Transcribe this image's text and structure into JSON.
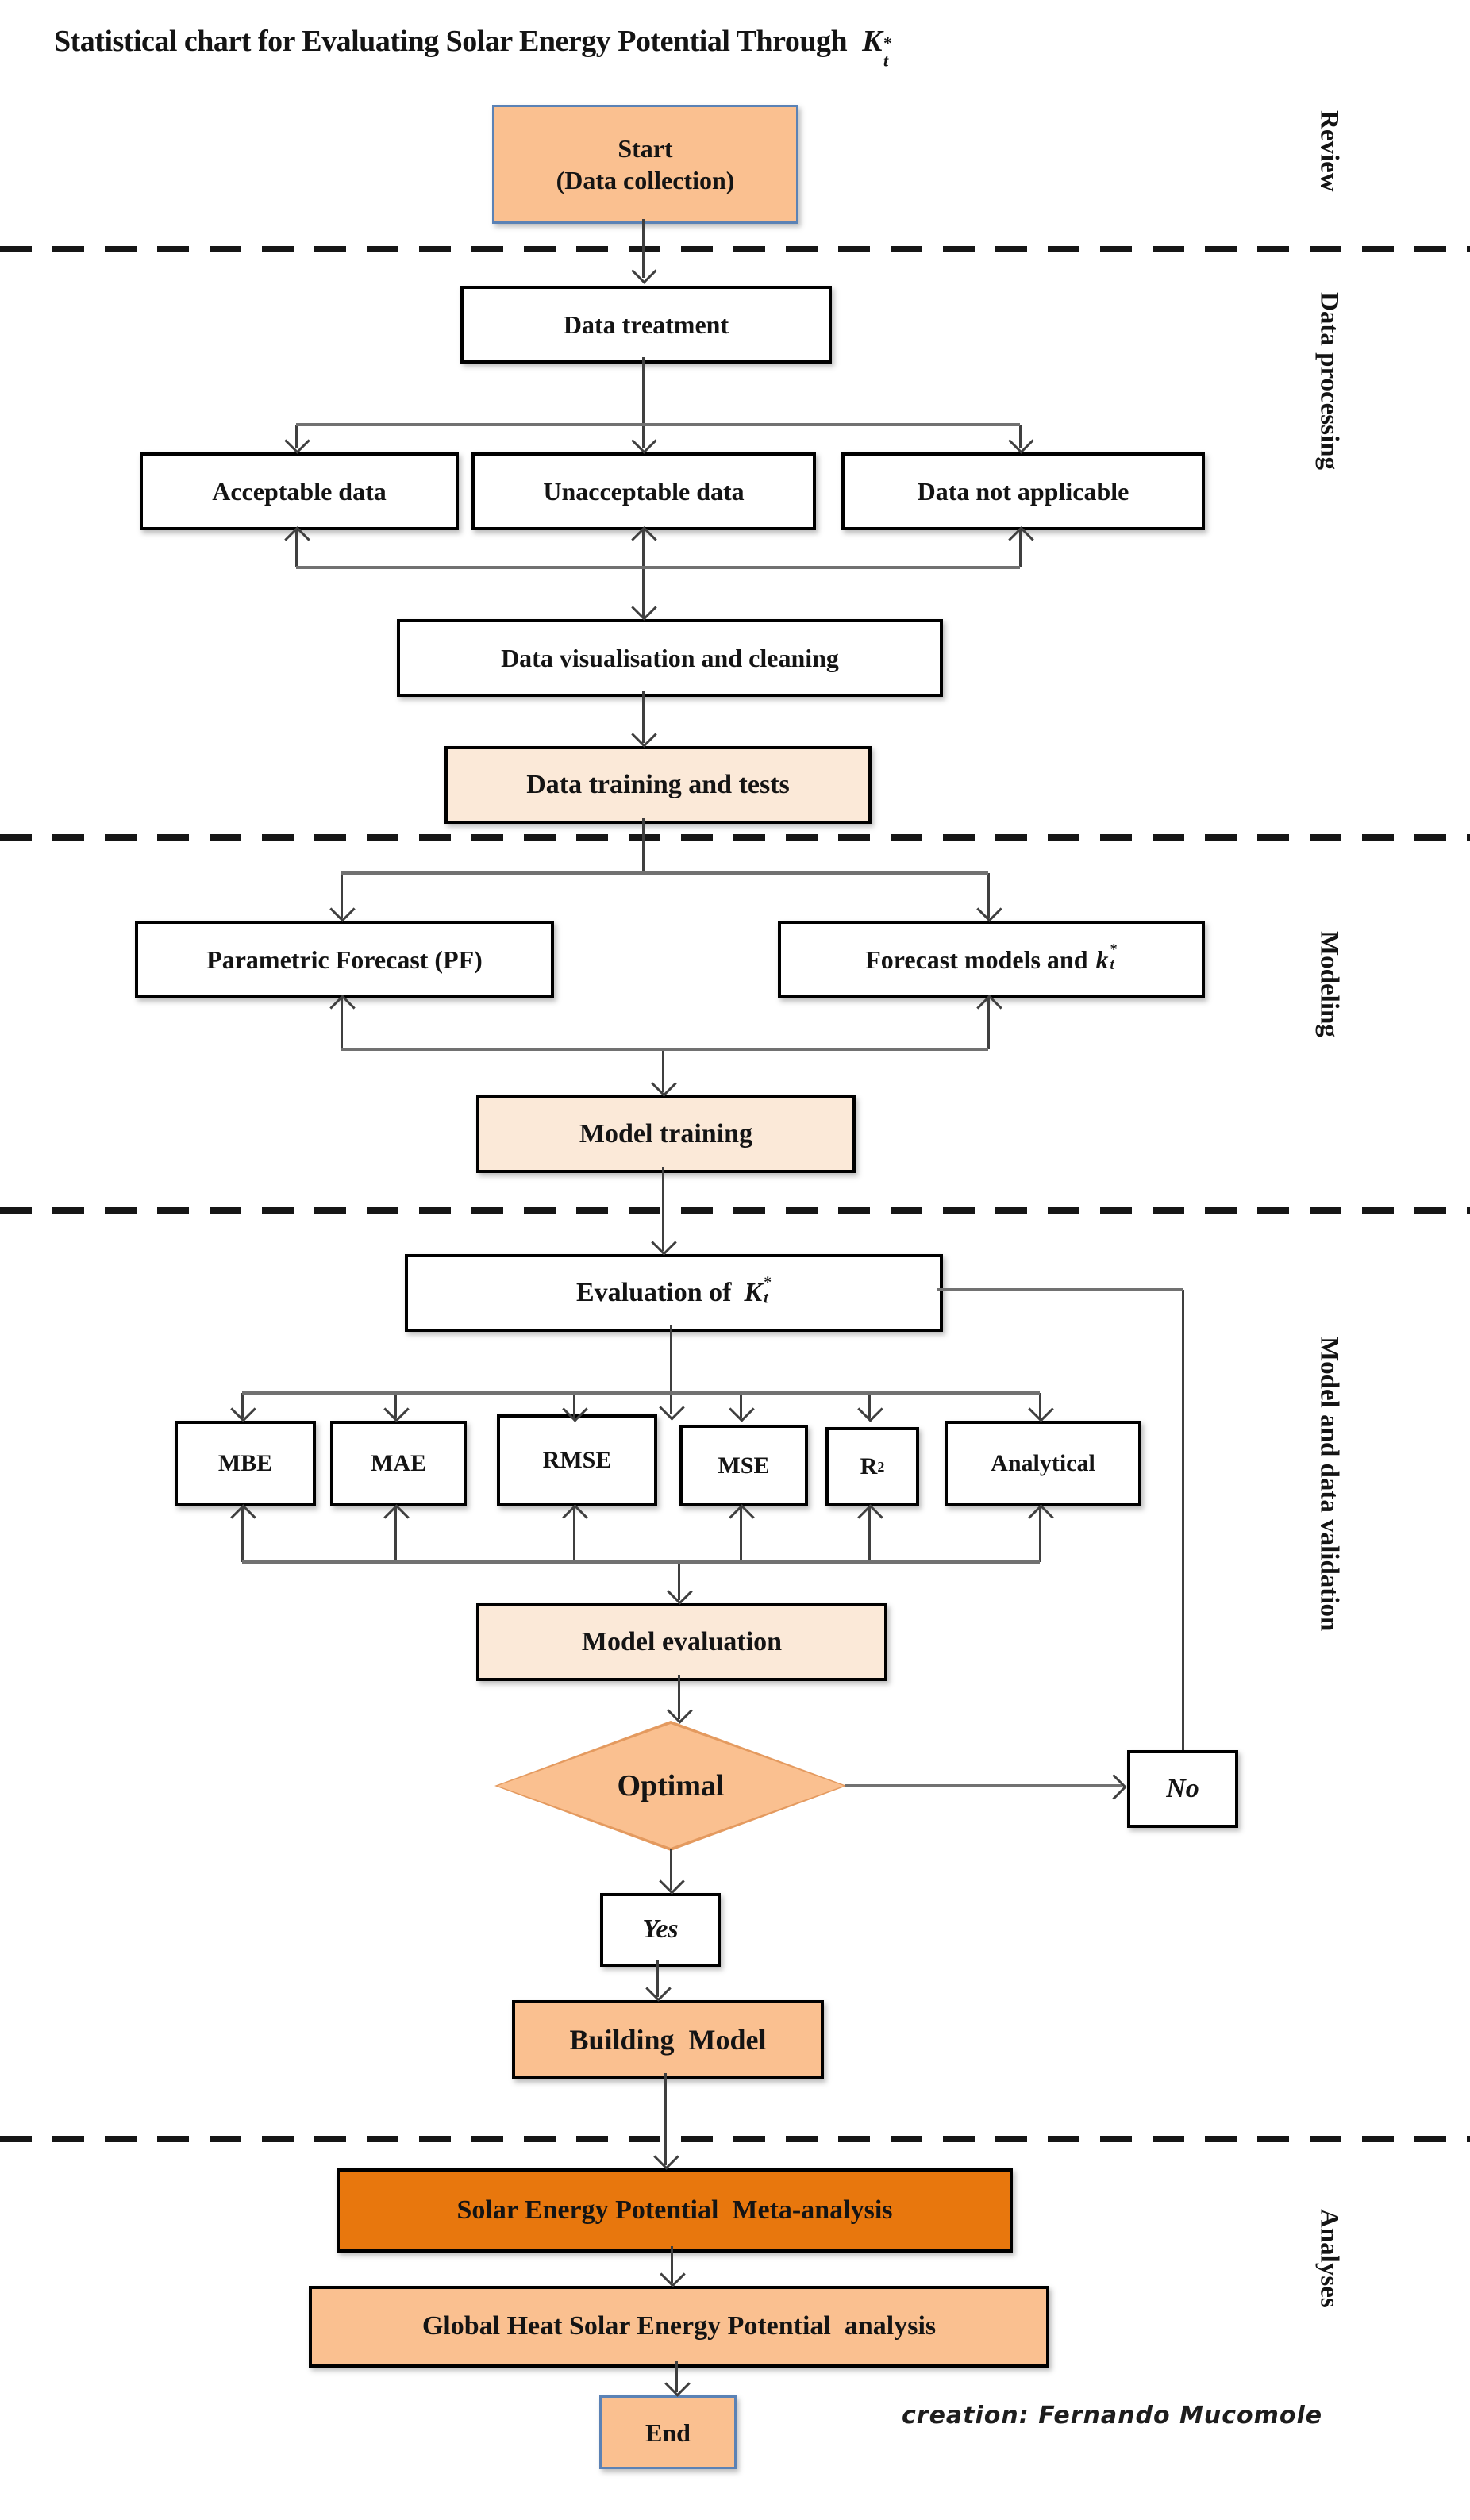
{
  "title": {
    "text": "Statistical chart for Evaluating Solar Energy Potential Through",
    "math": {
      "base": "K",
      "sup": "*",
      "sub": "t"
    }
  },
  "sections": [
    {
      "label": "Review"
    },
    {
      "label": "Data processing"
    },
    {
      "label": "Modeling"
    },
    {
      "label": "Model and data validation"
    },
    {
      "label": "Analyses"
    }
  ],
  "nodes": {
    "start": {
      "line1": "Start",
      "line2": "(Data collection)"
    },
    "data_treatment": "Data treatment",
    "acceptable": "Acceptable data",
    "unacceptable": "Unacceptable data",
    "not_applicable": "Data not applicable",
    "visualisation": "Data visualisation and cleaning",
    "training_tests": "Data training and tests",
    "parametric": "Parametric Forecast (PF)",
    "forecast_models": {
      "text": "Forecast models and",
      "math": {
        "base": "k",
        "sup": "*",
        "sub": "t"
      }
    },
    "model_training": "Model training",
    "evaluation": {
      "text": "Evaluation of",
      "math": {
        "base": "K",
        "sup": "*",
        "sub": "t"
      }
    },
    "metrics": [
      {
        "label": "MBE"
      },
      {
        "label": "MAE"
      },
      {
        "label": "RMSE"
      },
      {
        "label": "MSE"
      },
      {
        "label": "R",
        "sup": "2"
      },
      {
        "label": "Analytical"
      }
    ],
    "model_evaluation": "Model evaluation",
    "optimal": "Optimal",
    "no": "No",
    "yes": "Yes",
    "building": "Building  Model",
    "meta": "Solar Energy Potential  Meta-analysis",
    "global_heat": "Global Heat Solar Energy Potential  analysis",
    "end": "End",
    "credit": "creation: Fernando Mucomole"
  },
  "colors": {
    "node_orange": "#FAC090",
    "node_peach": "#FBE9D8",
    "node_dark_orange": "#E8770D",
    "start_end_border": "#5B82B5",
    "box_border": "#000000",
    "connector": "#3f3f3f",
    "dashed_line": "#161616"
  }
}
